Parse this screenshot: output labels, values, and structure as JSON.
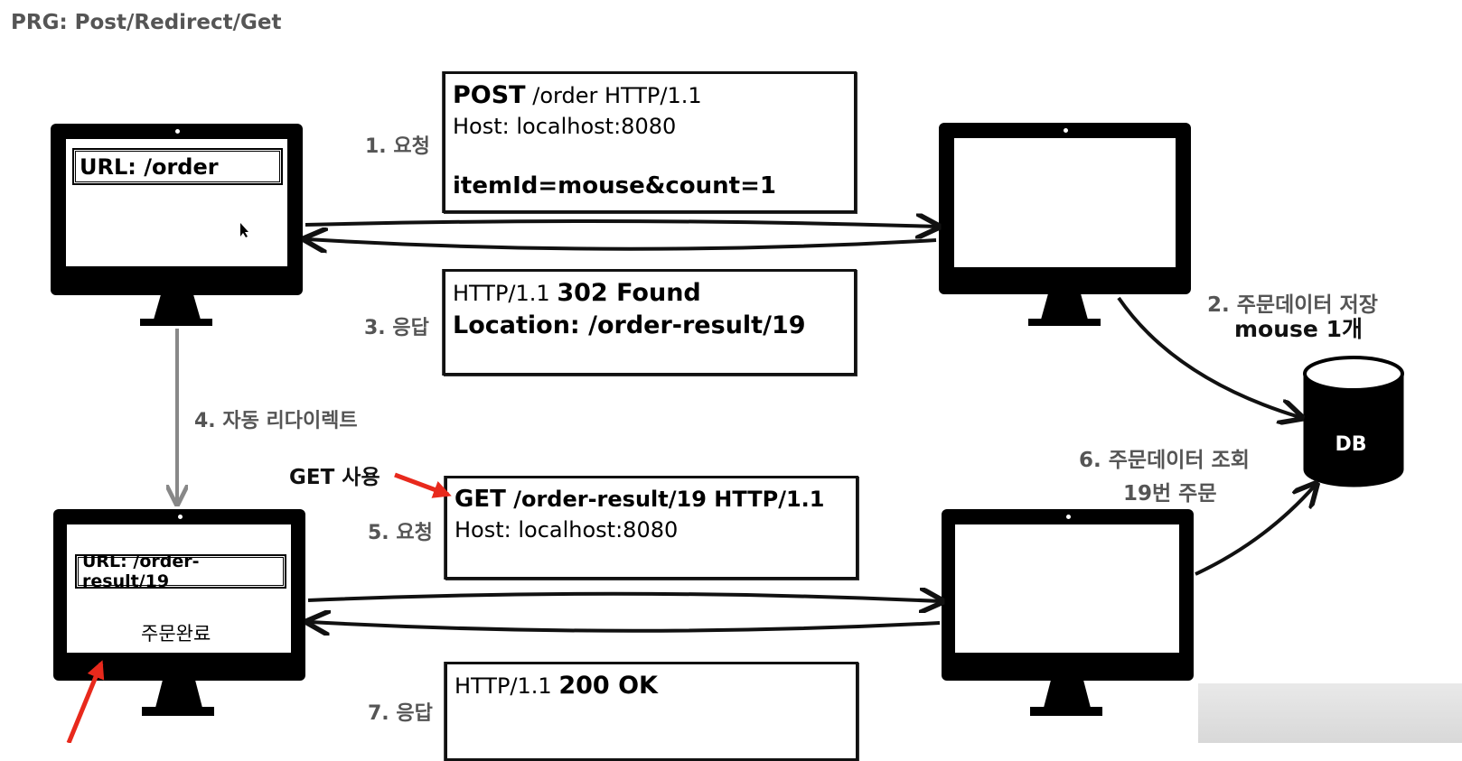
{
  "title": "PRG: Post/Redirect/Get",
  "client_top": {
    "url": "URL: /order"
  },
  "client_bottom": {
    "url": "URL: /order-result/19",
    "content": "주문완료"
  },
  "step1": {
    "label": "1. 요청",
    "box": {
      "method": "POST",
      "line1_rest": " /order HTTP/1.1",
      "line2": "Host: localhost:8080",
      "line4": "itemId=mouse&count=1"
    }
  },
  "step2": {
    "line1": "2. 주문데이터 저장",
    "line2": "mouse 1개"
  },
  "step3": {
    "label": "3. 응답",
    "box": {
      "line1_prefix": "HTTP/1.1 ",
      "line1_bold": "302 Found",
      "line2": "Location: /order-result/19"
    }
  },
  "step4": {
    "label": "4. 자동 리다이렉트"
  },
  "get_note": "GET 사용",
  "step5": {
    "label": "5. 요청",
    "box": {
      "method": "GET",
      "line1_rest": " /order-result/19 HTTP/1.1",
      "line2": "Host: localhost:8080"
    }
  },
  "step6": {
    "line1": "6. 주문데이터 조회",
    "line2": "19번 주문"
  },
  "step7": {
    "label": "7. 응답",
    "box": {
      "line1_prefix": "HTTP/1.1 ",
      "line1_bold": "200 OK"
    }
  },
  "db": {
    "label": "DB"
  },
  "colors": {
    "accent_red": "#e8291c",
    "gray_text": "#555555",
    "line": "#111111"
  }
}
